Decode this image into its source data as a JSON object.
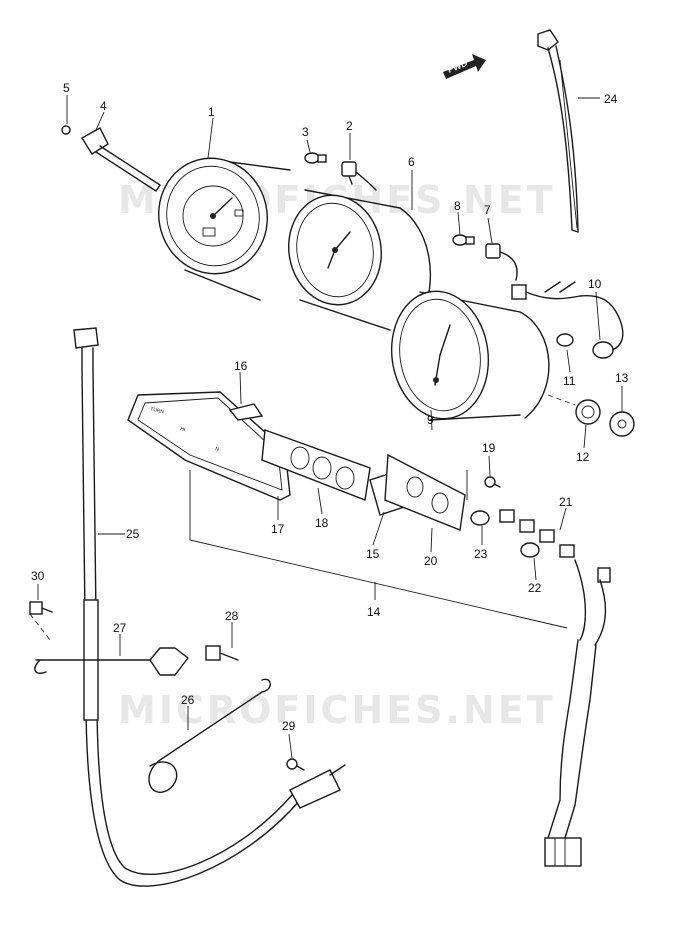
{
  "watermark": "MICROFICHES.NET",
  "direction_label": "FWD",
  "callouts": {
    "c1": "1",
    "c2": "2",
    "c3": "3",
    "c4": "4",
    "c5": "5",
    "c6": "6",
    "c7": "7",
    "c8": "8",
    "c9": "9",
    "c10": "10",
    "c11": "11",
    "c12": "12",
    "c13": "13",
    "c14": "14",
    "c15": "15",
    "c16": "16",
    "c17": "17",
    "c18": "18",
    "c19": "19",
    "c20": "20",
    "c21": "21",
    "c22": "22",
    "c23": "23",
    "c24": "24",
    "c25": "25",
    "c26": "26",
    "c27": "27",
    "c28": "28",
    "c29": "29",
    "c30": "30"
  }
}
